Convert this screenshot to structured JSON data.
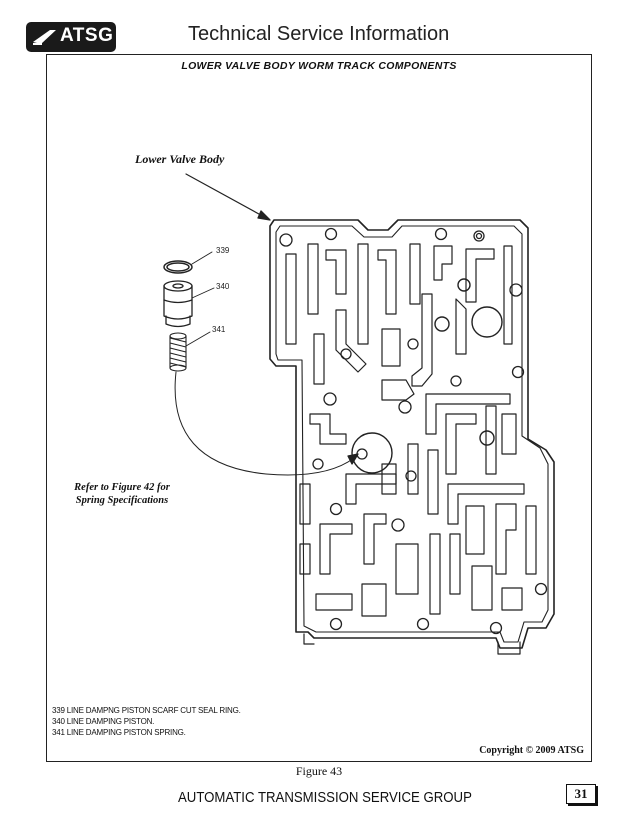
{
  "header": {
    "logo_text": "ATSG",
    "title": "Technical Service Information"
  },
  "figure": {
    "heading": "LOWER VALVE BODY WORM TRACK COMPONENTS",
    "callout_valve_body": "Lower Valve Body",
    "callout_reference": "Refer to Figure 42 for Spring Specifications",
    "part_numbers": [
      "339",
      "340",
      "341"
    ],
    "legend": [
      "339  LINE DAMPNG PISTON SCARF CUT SEAL RING.",
      "340  LINE DAMPING PISTON.",
      "341  LINE DAMPING PISTON SPRING."
    ],
    "copyright": "Copyright © 2009 ATSG",
    "caption": "Figure 43"
  },
  "footer": {
    "title": "AUTOMATIC TRANSMISSION SERVICE GROUP",
    "page_number": "31"
  },
  "icons": [
    "atsg-logo-icon"
  ]
}
